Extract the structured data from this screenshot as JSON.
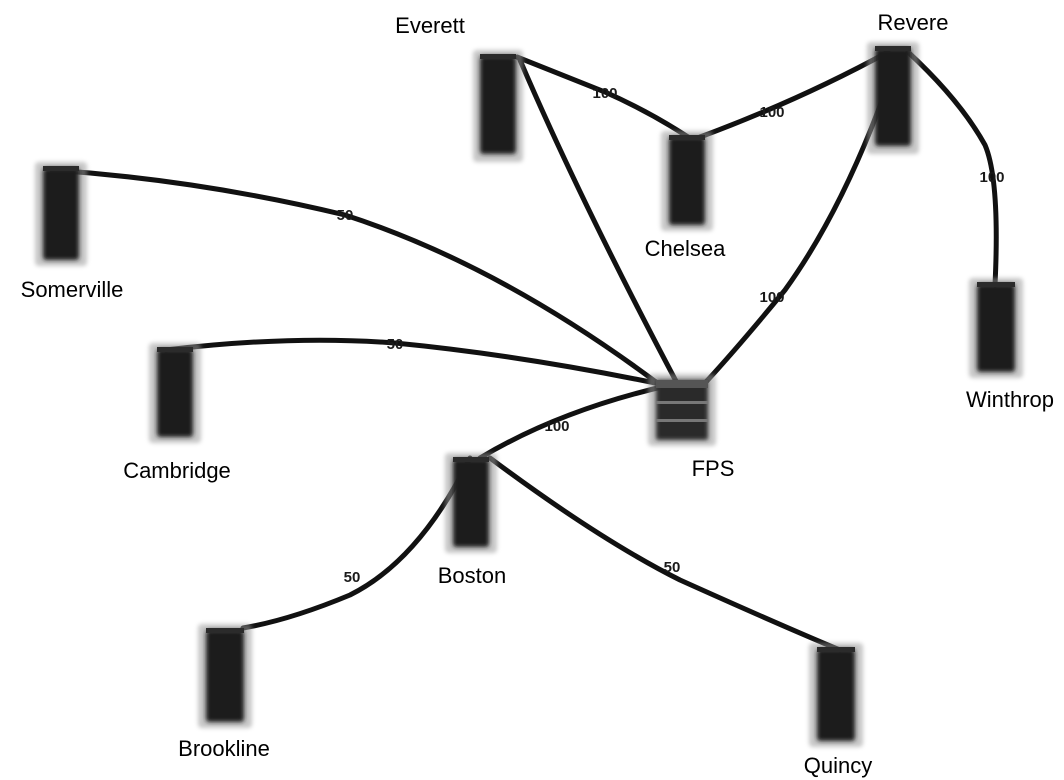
{
  "nodes": [
    {
      "id": "everett",
      "label": "Everett"
    },
    {
      "id": "revere",
      "label": "Revere"
    },
    {
      "id": "chelsea",
      "label": "Chelsea"
    },
    {
      "id": "somerville",
      "label": "Somerville"
    },
    {
      "id": "winthrop",
      "label": "Winthrop"
    },
    {
      "id": "cambridge",
      "label": "Cambridge"
    },
    {
      "id": "fps",
      "label": "FPS"
    },
    {
      "id": "boston",
      "label": "Boston"
    },
    {
      "id": "brookline",
      "label": "Brookline"
    },
    {
      "id": "quincy",
      "label": "Quincy"
    }
  ],
  "edges": [
    {
      "id": "everett-chelsea",
      "from": "everett",
      "to": "chelsea",
      "label": "100"
    },
    {
      "id": "chelsea-revere",
      "from": "chelsea",
      "to": "revere",
      "label": "100"
    },
    {
      "id": "revere-winthrop",
      "from": "revere",
      "to": "winthrop",
      "label": "100"
    },
    {
      "id": "everett-fps",
      "from": "everett",
      "to": "fps",
      "label": ""
    },
    {
      "id": "revere-fps",
      "from": "revere",
      "to": "fps",
      "label": "100"
    },
    {
      "id": "somerville-fps",
      "from": "somerville",
      "to": "fps",
      "label": "50"
    },
    {
      "id": "cambridge-fps",
      "from": "cambridge",
      "to": "fps",
      "label": "50"
    },
    {
      "id": "boston-fps",
      "from": "boston",
      "to": "fps",
      "label": "100"
    },
    {
      "id": "boston-brookline",
      "from": "boston",
      "to": "brookline",
      "label": "50"
    },
    {
      "id": "boston-quincy",
      "from": "boston",
      "to": "quincy",
      "label": "50"
    }
  ]
}
